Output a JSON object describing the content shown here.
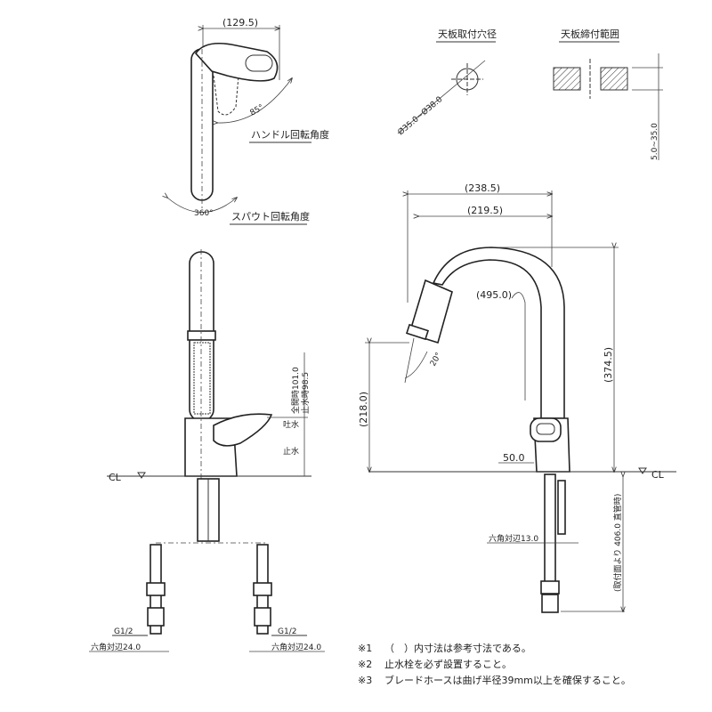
{
  "top_view": {
    "width_dim": "(129.5)",
    "handle_angle": "85°",
    "handle_label": "ハンドル回転角度",
    "spout_angle": "360°",
    "spout_label": "スパウト回転角度"
  },
  "hole": {
    "title": "天板取付穴径",
    "diameter": "Ø35.0~Ø38.0"
  },
  "clamp": {
    "title": "天板締付範囲",
    "range": "5.0~35.0"
  },
  "front_view": {
    "cl": "CL",
    "full_open": "全開時101.0",
    "closed": "止水時98.5",
    "spout_water": "吐水",
    "stop_water": "止水",
    "thread_left": "G1/2",
    "thread_right": "G1/2",
    "hex_left": "六角対辺24.0",
    "hex_right": "六角対辺24.0"
  },
  "side_view": {
    "reach_outer": "(238.5)",
    "reach_inner": "(219.5)",
    "hose_pull": "(495.0)",
    "head_angle": "20°",
    "spout_height": "(218.0)",
    "total_height": "(374.5)",
    "base_dia": "50.0",
    "cl": "CL",
    "hex_13": "六角対辺13.0",
    "pipe_len": "(取付面より 406.0 直管時)"
  },
  "notes": [
    {
      "mark": "※1",
      "text": "（　）内寸法は参考寸法である。"
    },
    {
      "mark": "※2",
      "text": "止水栓を必ず設置すること。"
    },
    {
      "mark": "※3",
      "text": "ブレードホースは曲げ半径39mm以上を確保すること。"
    }
  ]
}
